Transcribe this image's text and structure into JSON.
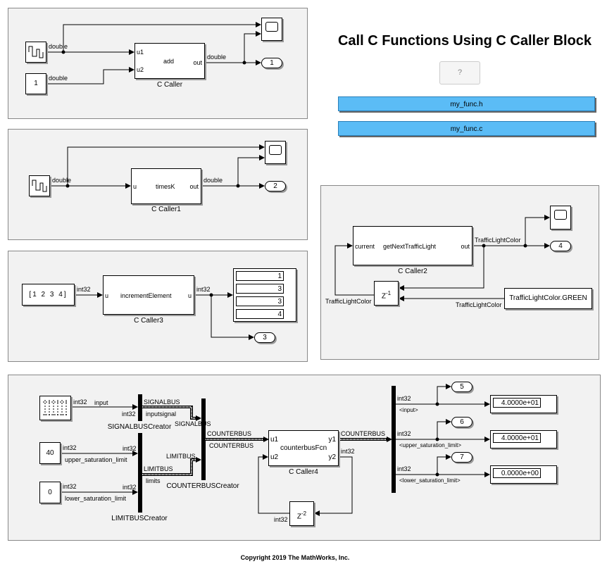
{
  "title": "Call C Functions Using C Caller Block",
  "help_button": "?",
  "files": [
    "my_func.h",
    "my_func.c"
  ],
  "copyright": "Copyright 2019 The MathWorks, Inc.",
  "colors": {
    "panel": "#f2f2f2",
    "file_button": "#5bbcf6"
  },
  "panel1": {
    "const_value": "1",
    "sig1": "double",
    "sig2": "double",
    "out_sig": "double",
    "block": {
      "name": "C Caller",
      "fn": "add",
      "in1": "u1",
      "in2": "u2",
      "out": "out"
    },
    "outport": "1"
  },
  "panel2": {
    "sig": "double",
    "out_sig": "double",
    "block": {
      "name": "C Caller1",
      "fn": "timesK",
      "in": "u",
      "out": "out"
    },
    "outport": "2"
  },
  "panel3": {
    "const_value": "[1 2 3 4]",
    "sig": "int32",
    "out_sig": "int32",
    "block": {
      "name": "C Caller3",
      "fn": "incrementElement",
      "in": "u",
      "out": "u"
    },
    "display": [
      "1",
      "3",
      "3",
      "4"
    ],
    "outport": "3"
  },
  "panel4": {
    "block": {
      "name": "C Caller2",
      "fn": "getNextTrafficLight",
      "in": "current",
      "out": "out"
    },
    "out_sig": "TrafficLightColor",
    "delay_sig": "TrafficLightColor",
    "const_sig": "TrafficLightColor",
    "delay": "Z",
    "delay_exp": "-1",
    "const_value": "TrafficLightColor.GREEN",
    "outport": "4"
  },
  "panel5": {
    "const1": "40",
    "const2": "0",
    "labels": {
      "int32": "int32",
      "input": "input",
      "upper": "upper_saturation_limit",
      "lower": "lower_saturation_limit",
      "signalbus": "SIGNALBUS",
      "inputsignal": "inputsignal",
      "limitbus": "LIMITBUS",
      "limits": "limits",
      "counterbus": "COUNTERBUS",
      "sel_input": "<input>",
      "sel_upper": "<upper_saturation_limit>",
      "sel_lower": "<lower_saturation_limit>"
    },
    "signalbus_creator": "SIGNALBUSCreator",
    "limitbus_creator": "LIMITBUSCreator",
    "counterbus_creator": "COUNTERBUSCreator",
    "block": {
      "name": "C Caller4",
      "fn": "counterbusFcn",
      "in1": "u1",
      "in2": "u2",
      "out1": "y1",
      "out2": "y2"
    },
    "delay": "Z",
    "delay_exp": "-2",
    "outports": [
      "5",
      "6",
      "7"
    ],
    "displays": [
      "4.0000e+01",
      "4.0000e+01",
      "0.0000e+00"
    ]
  }
}
